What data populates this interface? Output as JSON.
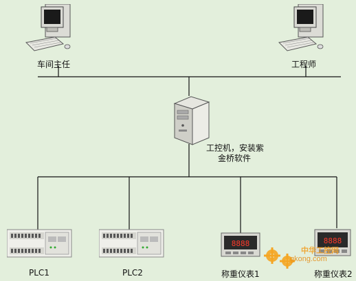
{
  "diagram": {
    "nodes": {
      "workshop_director_pc": {
        "label": "车间主任"
      },
      "engineer_pc": {
        "label": "工程师"
      },
      "server": {
        "label_line1": "工控机，安装紫",
        "label_line2": "金桥软件"
      },
      "plc1": {
        "label": "PLC1"
      },
      "plc2": {
        "label": "PLC2"
      },
      "scale1": {
        "label": "称重仪表1"
      },
      "scale2": {
        "label": "称重仪表2"
      }
    },
    "watermark": {
      "brand": "中华工控网",
      "url": "gkong.com"
    }
  }
}
